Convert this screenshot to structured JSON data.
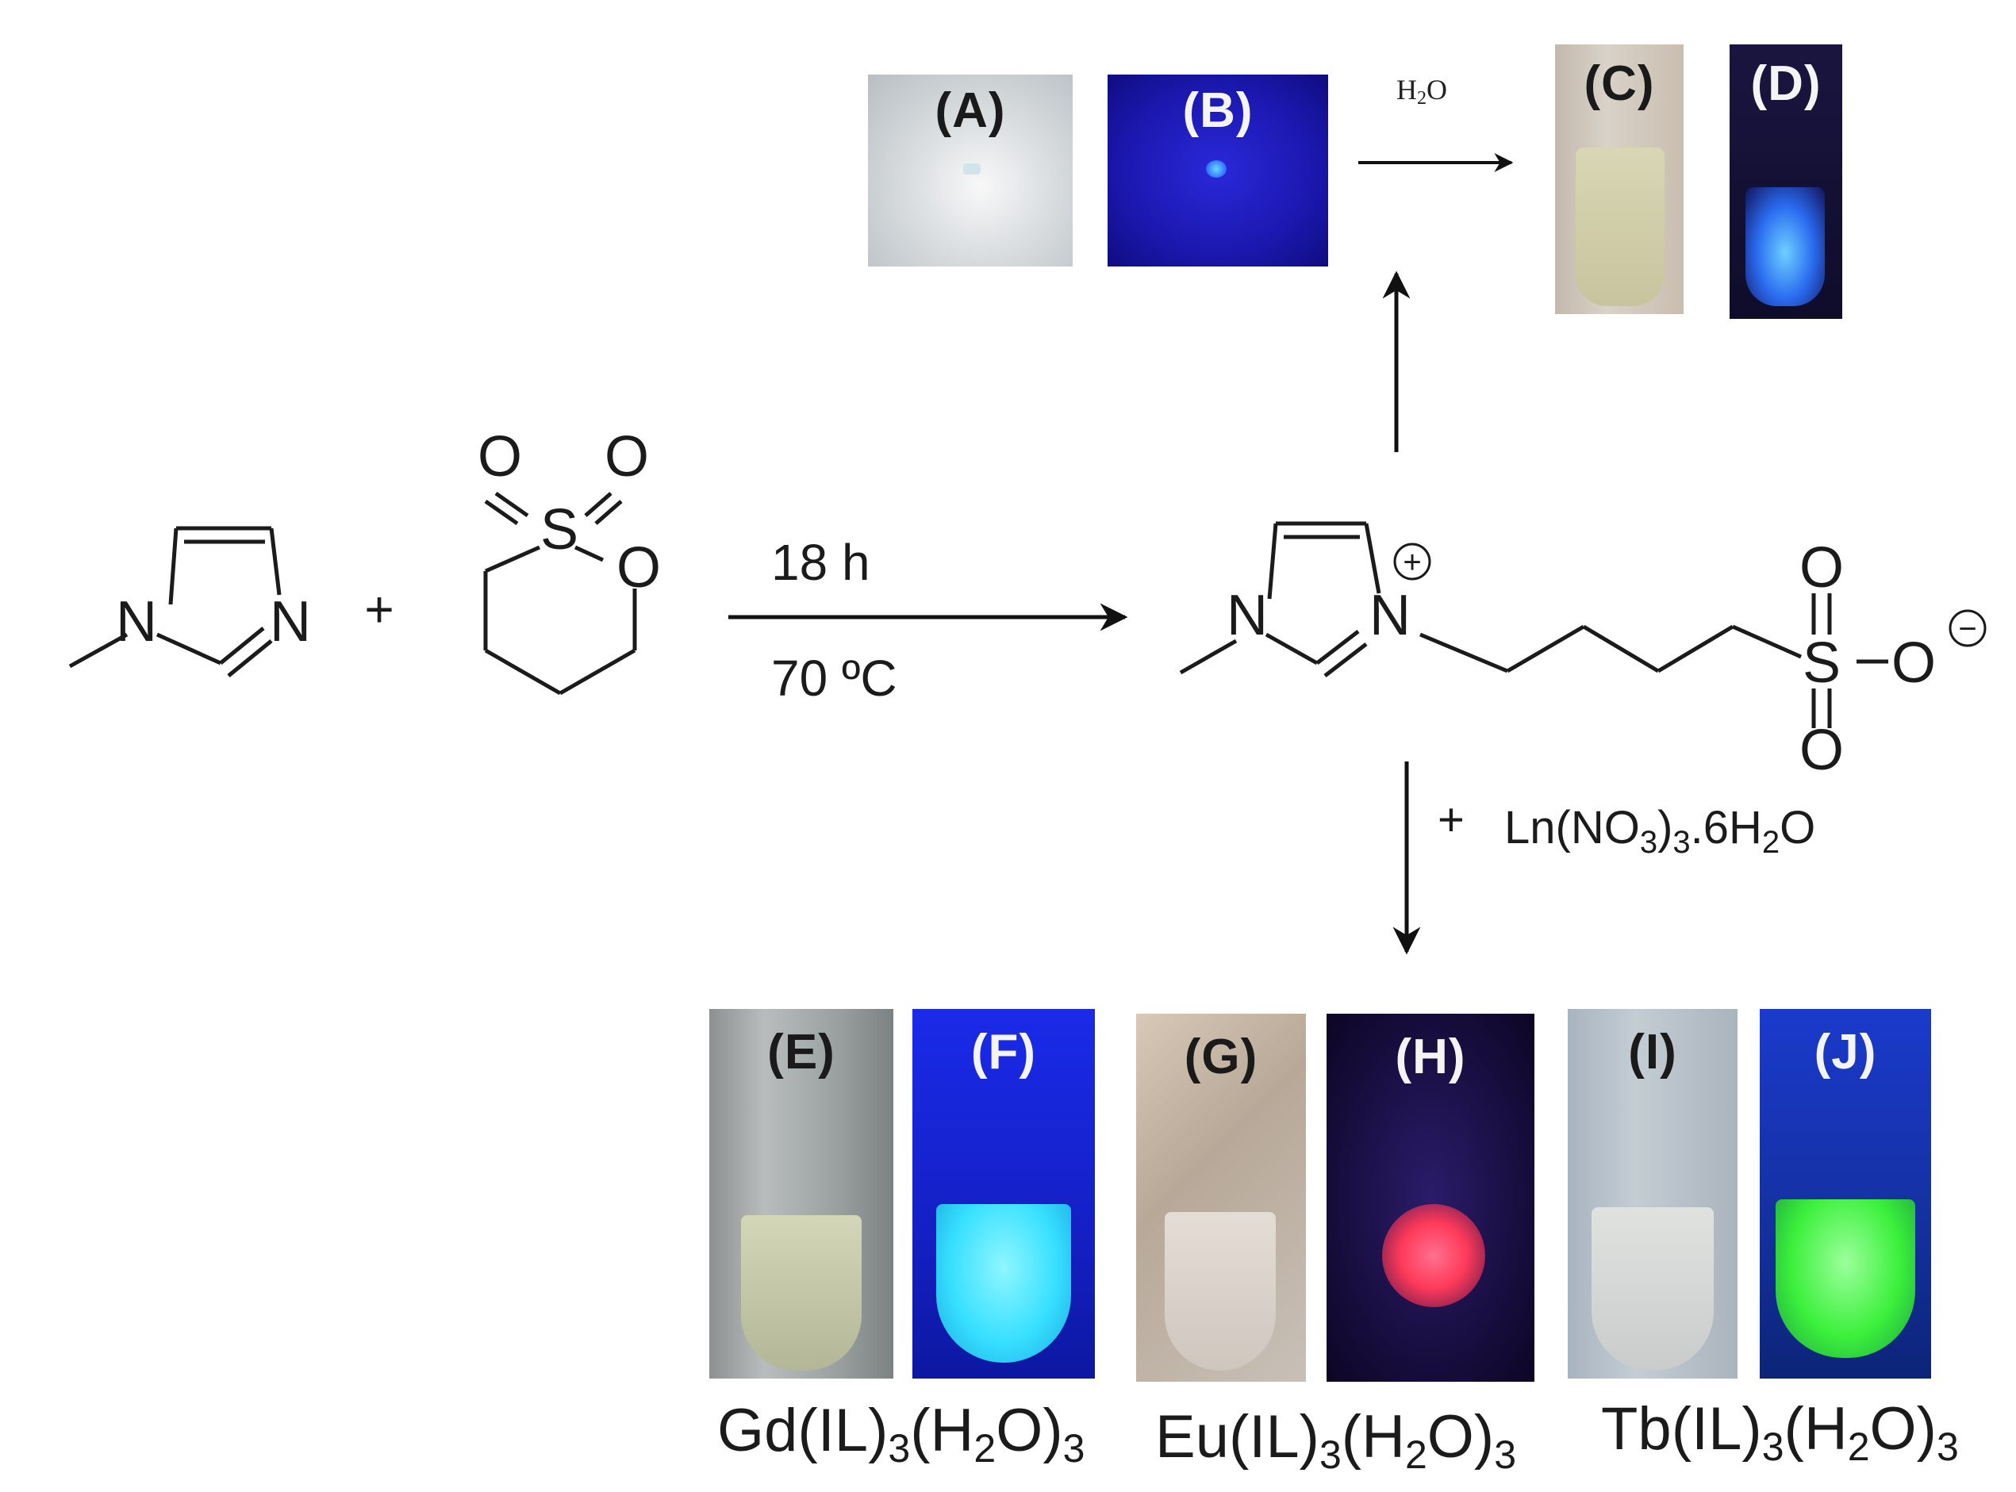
{
  "reaction": {
    "reactant1_atoms": {
      "n1": "N",
      "n3": "N"
    },
    "plus": "+",
    "reactant2_atoms": {
      "o1": "O",
      "o2": "O",
      "s": "S",
      "o_ring": "O"
    },
    "time": "18 h",
    "temperature": "70 ºC",
    "product_atoms": {
      "n1": "N",
      "n3": "N",
      "charge_plus": "+",
      "s": "S",
      "o_top": "O",
      "o_bottom": "O",
      "o_right": "O",
      "charge_minus": "−"
    }
  },
  "water_step": {
    "reagent_text": "H",
    "reagent_sub": "2",
    "reagent_tail": "O"
  },
  "lanthanide_step": {
    "plus": "+",
    "parts": [
      "Ln(NO",
      "3",
      ")",
      "3",
      ".6H",
      "2",
      "O"
    ]
  },
  "photos": [
    {
      "label": "(A)",
      "color_scheme": "daylight",
      "label_tone": "dark"
    },
    {
      "label": "(B)",
      "color_scheme": "uv-blue",
      "label_tone": "light"
    },
    {
      "label": "(C)",
      "color_scheme": "daylight-tube",
      "label_tone": "dark"
    },
    {
      "label": "(D)",
      "color_scheme": "uv-blue-glow",
      "label_tone": "light"
    },
    {
      "label": "(E)",
      "color_scheme": "daylight-tube",
      "label_tone": "dark"
    },
    {
      "label": "(F)",
      "color_scheme": "#38e0ff",
      "label_tone": "light"
    },
    {
      "label": "(G)",
      "color_scheme": "daylight-tube",
      "label_tone": "dark"
    },
    {
      "label": "(H)",
      "color_scheme": "#ff3a5a",
      "label_tone": "light"
    },
    {
      "label": "(I)",
      "color_scheme": "daylight-tube",
      "label_tone": "dark"
    },
    {
      "label": "(J)",
      "color_scheme": "#3cf03c",
      "label_tone": "light"
    }
  ],
  "complexes": [
    {
      "parts": [
        "Gd(IL)",
        "3",
        "(H",
        "2",
        "O)",
        "3"
      ]
    },
    {
      "parts": [
        "Eu(IL)",
        "3",
        "(H",
        "2",
        "O)",
        "3"
      ]
    },
    {
      "parts": [
        "Tb(IL)",
        "3",
        "(H",
        "2",
        "O)",
        "3"
      ]
    }
  ]
}
